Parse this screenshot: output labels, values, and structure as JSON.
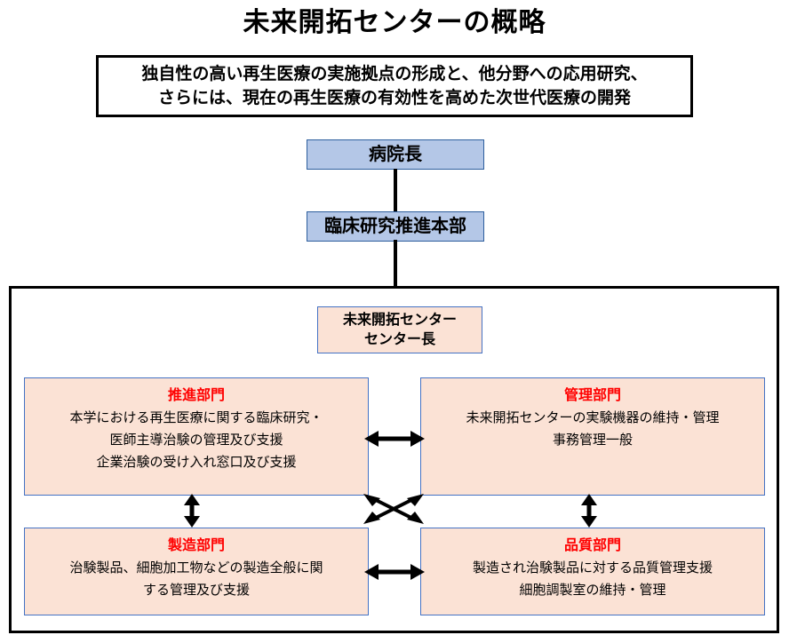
{
  "title": "未来開拓センターの概略",
  "mission": {
    "line1": "独自性の高い再生医療の実施拠点の形成と、他分野への応用研究、",
    "line2": "さらには、現在の再生医療の有効性を高めた次世代医療の開発"
  },
  "hierarchy": {
    "hospital_director": "病院長",
    "clinical_research_hq": "臨床研究推進本部",
    "center_director": {
      "line1": "未来開拓センター",
      "line2": "センター長"
    }
  },
  "departments": [
    {
      "id": "promotion",
      "title": "推進部門",
      "lines": [
        "本学における再生医療に関する臨床研究・",
        "医師主導治験の管理及び支援",
        "企業治験の受け入れ窓口及び支援"
      ]
    },
    {
      "id": "management",
      "title": "管理部門",
      "lines": [
        "未来開拓センターの実験機器の維持・管理",
        "事務管理一般"
      ]
    },
    {
      "id": "manufacturing",
      "title": "製造部門",
      "lines": [
        "治験製品、細胞加工物などの製造全般に関",
        "する管理及び支援"
      ]
    },
    {
      "id": "quality",
      "title": "品質部門",
      "lines": [
        "製造され治験製品に対する品質管理支援",
        "細胞調製室の維持・管理"
      ]
    }
  ],
  "connectors": {
    "top_horizontal": "double-arrow-horizontal",
    "bottom_horizontal": "double-arrow-horizontal",
    "left_vertical": "double-arrow-vertical",
    "right_vertical": "double-arrow-vertical",
    "cross": "double-arrow-cross"
  },
  "colors": {
    "blue_box_fill": "#b4c7e7",
    "blue_box_border": "#2e5f9e",
    "peach_box_fill": "#fbe2d5",
    "peach_box_border": "#4472c4",
    "dept_title": "#ff0000",
    "outline": "#000000",
    "background": "#ffffff"
  }
}
